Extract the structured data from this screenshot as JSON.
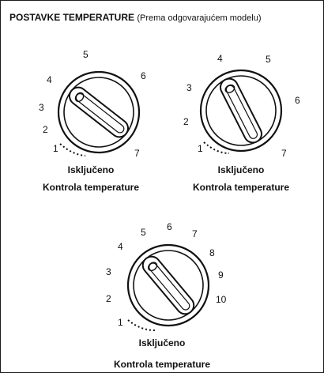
{
  "title": {
    "main": "POSTAVKE TEMPERATURE",
    "sub": "(Prema odgovarajućem modelu)"
  },
  "dials": [
    {
      "labels": [
        "1",
        "2",
        "3",
        "4",
        "5",
        "6",
        "7"
      ],
      "off_label": "Isključeno",
      "caption": "Kontrola temperature"
    },
    {
      "labels": [
        "1",
        "2",
        "3",
        "4",
        "5",
        "6",
        "7"
      ],
      "off_label": "Isključeno",
      "caption": "Kontrola temperature"
    },
    {
      "labels": [
        "1",
        "2",
        "3",
        "4",
        "5",
        "6",
        "7",
        "8",
        "9",
        "10"
      ],
      "off_label": "Isključeno",
      "caption": "Kontrola temperature"
    }
  ],
  "icons": {
    "dial": "temperature-knob-icon"
  }
}
